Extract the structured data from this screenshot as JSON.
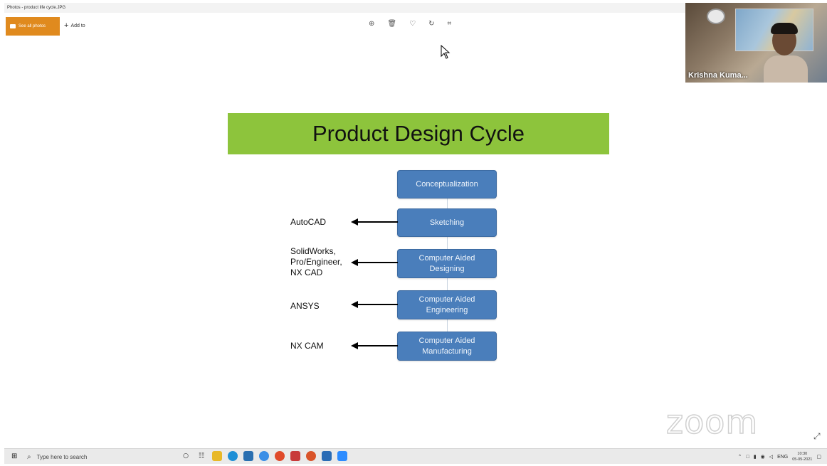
{
  "window": {
    "title": "Photos - product life cycle.JPG"
  },
  "toolbar": {
    "see_all_label": "See all photos",
    "add_to_label": "Add to"
  },
  "slide": {
    "title": "Product Design Cycle",
    "stages": [
      "Conceptualization",
      "Sketching",
      "Computer Aided Designing",
      "Computer Aided Engineering",
      "Computer Aided Manufacturing"
    ],
    "tools": [
      "AutoCAD",
      "SolidWorks, Pro/Engineer, NX CAD",
      "ANSYS",
      "NX CAM"
    ],
    "colors": {
      "banner": "#8dc43c",
      "box": "#4a7ebb"
    }
  },
  "video": {
    "participant_name": "Krishna Kuma..."
  },
  "zoom": {
    "watermark": "zoom"
  },
  "taskbar": {
    "search_placeholder": "Type here to search",
    "language": "ENG",
    "time": "10:30",
    "date": "05-05-2021"
  }
}
